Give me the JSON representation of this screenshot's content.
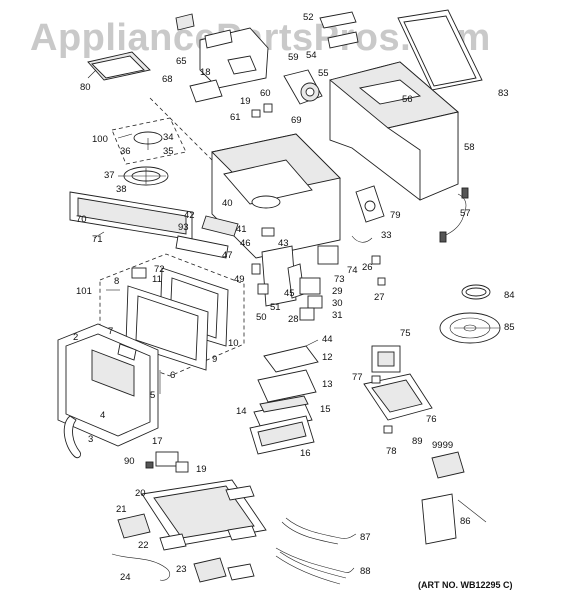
{
  "watermark": "AppliancePartsPros.com",
  "art_number": "(ART NO. WB12295 C)",
  "part_labels": [
    "2",
    "3",
    "4",
    "5",
    "6",
    "7",
    "8",
    "9",
    "10",
    "11",
    "12",
    "13",
    "14",
    "15",
    "16",
    "17",
    "18",
    "19",
    "19",
    "20",
    "21",
    "22",
    "23",
    "24",
    "26",
    "27",
    "28",
    "29",
    "30",
    "31",
    "33",
    "34",
    "35",
    "36",
    "37",
    "38",
    "40",
    "41",
    "42",
    "43",
    "44",
    "45",
    "46",
    "47",
    "49",
    "50",
    "51",
    "52",
    "54",
    "55",
    "56",
    "57",
    "58",
    "59",
    "60",
    "61",
    "65",
    "68",
    "69",
    "70",
    "71",
    "72",
    "73",
    "74",
    "75",
    "76",
    "77",
    "78",
    "79",
    "80",
    "83",
    "84",
    "85",
    "86",
    "87",
    "88",
    "89",
    "90",
    "93",
    "100",
    "101",
    "9999"
  ]
}
